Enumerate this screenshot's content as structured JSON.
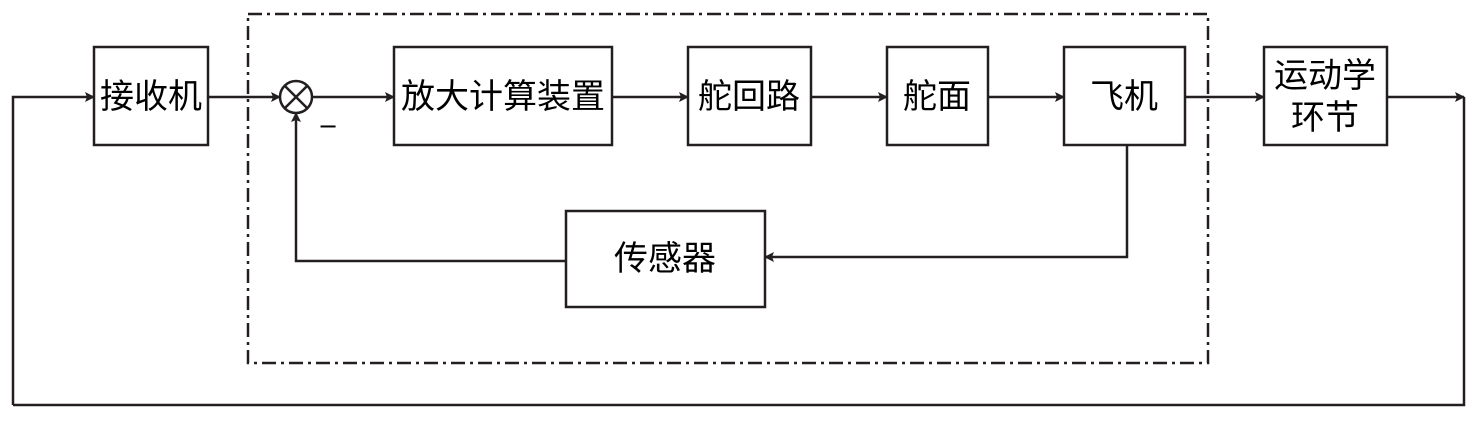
{
  "blocks": {
    "receiver": "接收机",
    "amplifier": "放大计算装置",
    "servo_loop": "舵回路",
    "control_surface": "舵面",
    "aircraft": "飞机",
    "kinematics_line1": "运动学",
    "kinematics_line2": "环节",
    "sensor": "传感器"
  },
  "summing_junction": {
    "minus_sign": "−"
  },
  "colors": {
    "line": "#231f20",
    "background": "#ffffff"
  }
}
